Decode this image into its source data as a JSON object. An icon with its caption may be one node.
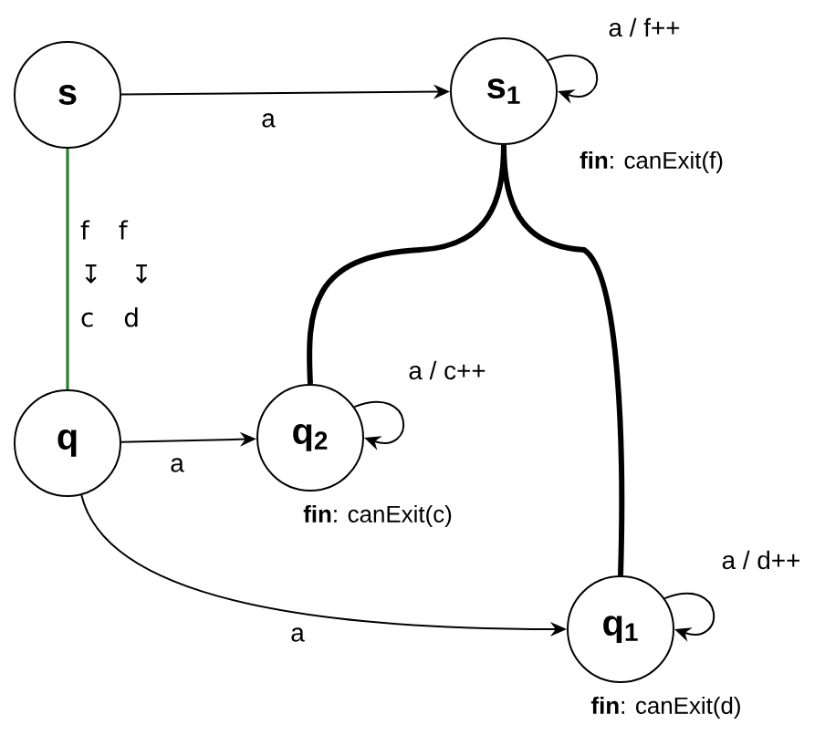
{
  "diagram": {
    "nodes": [
      {
        "text": [
          "s"
        ]
      },
      {
        "text": [
          "s$_{1}$"
        ],
        "beside": [
          "**fin**: canExit(f)"
        ]
      },
      {
        "text": [
          "q"
        ]
      },
      {
        "text": [
          "q$_{2}$"
        ],
        "beside": [
          "**fin**: canExit(c)"
        ]
      },
      {
        "text": [
          "q$_{1}$"
        ],
        "beside": [
          "**fin**: canExit(d)"
        ]
      }
    ],
    "edges": [
      {
        "from": 0,
        "to": 1,
        "arrow": "to",
        "label": "a"
      },
      {
        "from": 1,
        "to": 1,
        "arrow": "to",
        "label": "a / f++"
      },
      {
        "from": 0,
        "to": 2,
        "arrow": "none",
        "color": "#2e7d32",
        "label": "f f ↧ ↧ c d"
      },
      {
        "from": 1,
        "to": 3,
        "arrow": "none",
        "style": "thick"
      },
      {
        "from": 1,
        "to": 4,
        "arrow": "none",
        "style": "thick"
      },
      {
        "from": 2,
        "to": 3,
        "arrow": "to",
        "label": "a"
      },
      {
        "from": 3,
        "to": 3,
        "arrow": "to",
        "label": "a / c++"
      },
      {
        "from": 2,
        "to": 4,
        "arrow": "to",
        "label": "a"
      },
      {
        "from": 4,
        "to": 4,
        "arrow": "to",
        "label": "a / d++"
      }
    ]
  }
}
